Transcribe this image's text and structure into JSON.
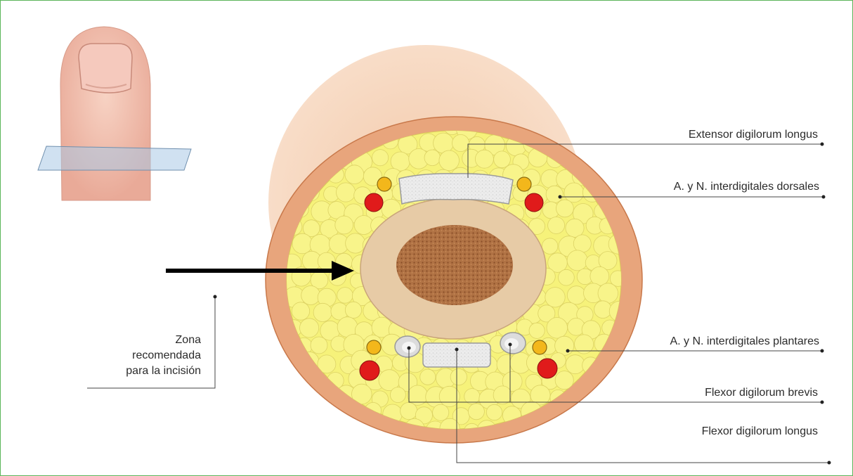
{
  "labels": {
    "extensor_longus": "Extensor digilorum longus",
    "dorsal_nerves": "A. y N. interdigitales dorsales",
    "plantar_nerves": "A. y N. interdigitales plantares",
    "flexor_brevis": "Flexor digilorum brevis",
    "flexor_longus": "Flexor digilorum longus",
    "incision_zone": [
      "Zona",
      "recomendada",
      "para la incisión"
    ]
  },
  "colors": {
    "frame_border": "#5bb55a",
    "skin": "#e8a57c",
    "fat": "#f6f27a",
    "bone_cortex": "#e7cba6",
    "marrow": "#a86a3c",
    "tendon": "#e6e6e6",
    "artery": "#e01b1b",
    "nerve": "#f3b71b",
    "arrow": "#000000"
  },
  "icons": {
    "toe": "toe-with-cutting-plane-illustration",
    "arrow": "right-arrow-icon"
  }
}
